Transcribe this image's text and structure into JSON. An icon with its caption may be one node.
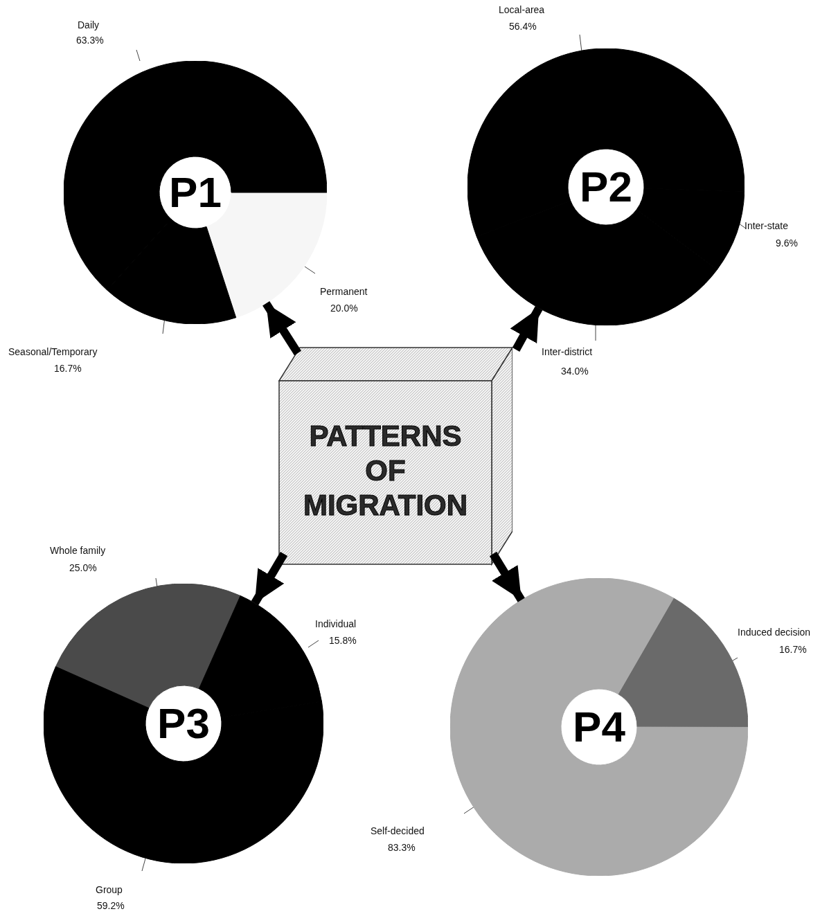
{
  "diagram": {
    "nodes": [
      {
        "text": [
          "PATTERNS OF MIGRATION"
        ]
      },
      {
        "text": [
          "P1"
        ]
      },
      {
        "text": [
          "P2"
        ]
      },
      {
        "text": [
          "P3"
        ]
      },
      {
        "text": [
          "P4"
        ]
      }
    ],
    "edges": [
      {
        "from": 0,
        "to": 1,
        "arrow": "to"
      },
      {
        "from": 0,
        "to": 2,
        "arrow": "to"
      },
      {
        "from": 0,
        "to": 3,
        "arrow": "to"
      },
      {
        "from": 0,
        "to": 4,
        "arrow": "to"
      }
    ],
    "chart_data": [
      {
        "type": "donut",
        "categories": [
          "Daily",
          "Seasonal/Temporary",
          "Permanent"
        ],
        "values": [
          63.3,
          16.7,
          20.0
        ],
        "value_labels": [
          "63.3%",
          "16.7%",
          "20.0%"
        ]
      },
      {
        "type": "donut",
        "categories": [
          "Local-area",
          "Inter-state",
          "Inter-district"
        ],
        "values": [
          56.4,
          9.6,
          34.0
        ],
        "value_labels": [
          "56.4%",
          "9.6%",
          "34.0%"
        ]
      },
      {
        "type": "donut",
        "categories": [
          "Whole family",
          "Individual",
          "Group"
        ],
        "values": [
          25.0,
          15.8,
          59.2
        ],
        "value_labels": [
          "25.0%",
          "15.8%",
          "59.2%"
        ]
      },
      {
        "type": "donut",
        "categories": [
          "Induced decision",
          "Self-decided"
        ],
        "values": [
          16.7,
          83.3
        ],
        "value_labels": [
          "16.7%",
          "83.3%"
        ]
      }
    ]
  }
}
